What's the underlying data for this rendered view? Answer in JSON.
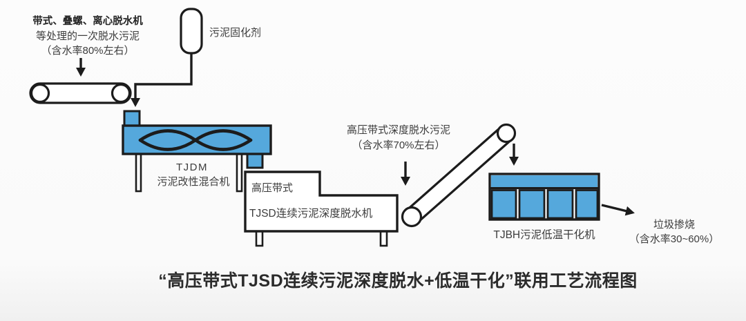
{
  "colors": {
    "machine_blue": "#55a8dc",
    "ink": "#1c1c1c",
    "text": "#3c3c3c",
    "title_color": "#2b2b2b",
    "background": "#fafafa"
  },
  "diagram": {
    "source_note": {
      "line1": "带式、叠螺、离心脱水机",
      "line2": "等处理的一次脱水污泥",
      "line3": "（含水率80%左右）"
    },
    "solidifier_label": "污泥固化剂",
    "mixer": {
      "model": "TJDM",
      "name": "污泥改性混合机"
    },
    "dewaterer": {
      "type_label": "高压带式",
      "name_label": "TJSD连续污泥深度脱水机"
    },
    "dewatered_note": {
      "line1": "高压带式深度脱水污泥",
      "line2": "（含水率70%左右）"
    },
    "dryer_label": "TJBH污泥低温干化机",
    "output_note": {
      "line1": "垃圾掺烧",
      "line2": "（含水率30~60%）"
    }
  },
  "title": "“高压带式TJSD连续污泥深度脱水+低温干化”联用工艺流程图"
}
